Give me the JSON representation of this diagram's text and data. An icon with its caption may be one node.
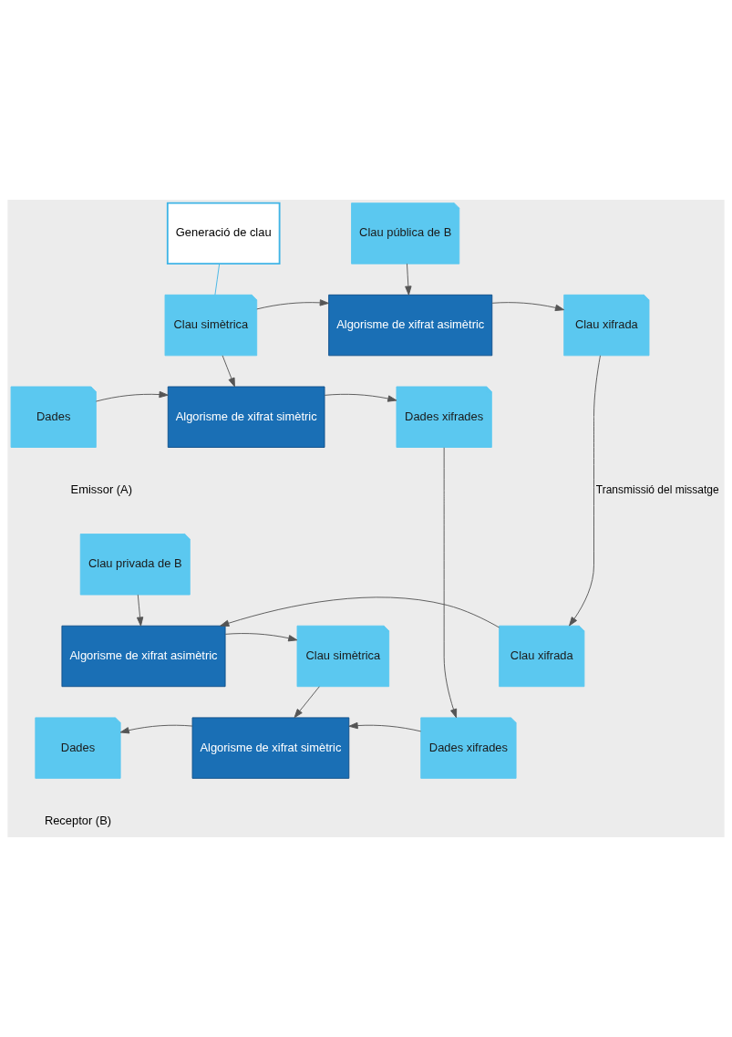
{
  "diagram": {
    "nodes": [
      {
        "text": [
          "Generació de clau"
        ]
      },
      {
        "text": [
          "Clau pública de B"
        ]
      },
      {
        "text": [
          "Clau simètrica"
        ]
      },
      {
        "text": [
          "Algorisme de xifrat asimètric"
        ]
      },
      {
        "text": [
          "Clau xifrada"
        ]
      },
      {
        "text": [
          "Dades"
        ]
      },
      {
        "text": [
          "Algorisme de xifrat simètric"
        ]
      },
      {
        "text": [
          "Dades xifrades"
        ]
      },
      {
        "text": [
          "Clau privada de B"
        ]
      },
      {
        "text": [
          "Clau simètrica"
        ]
      },
      {
        "text": [
          "Algorisme de xifrat asimètric"
        ]
      },
      {
        "text": [
          "Clau xifrada"
        ]
      },
      {
        "text": [
          "Dades"
        ]
      },
      {
        "text": [
          "Algorisme de xifrat simètric"
        ]
      },
      {
        "text": [
          "Dades xifrades"
        ]
      }
    ],
    "edges": [
      {
        "from": 0,
        "to": 2,
        "arrow": "none",
        "color": "#3fb4e6"
      },
      {
        "from": 1,
        "to": 3,
        "arrow": "to"
      },
      {
        "from": 2,
        "to": 3,
        "arrow": "to"
      },
      {
        "from": 3,
        "to": 4,
        "arrow": "to"
      },
      {
        "from": 2,
        "to": 6,
        "arrow": "to"
      },
      {
        "from": 5,
        "to": 6,
        "arrow": "to"
      },
      {
        "from": 6,
        "to": 7,
        "arrow": "to"
      },
      {
        "from": 4,
        "to": 11,
        "arrow": "to",
        "label": "Transmissió del missatge"
      },
      {
        "from": 7,
        "to": 14,
        "arrow": "to"
      },
      {
        "from": 8,
        "to": 10,
        "arrow": "to"
      },
      {
        "from": 11,
        "to": 10,
        "arrow": "to"
      },
      {
        "from": 10,
        "to": 9,
        "arrow": "to"
      },
      {
        "from": 9,
        "to": 13,
        "arrow": "to"
      },
      {
        "from": 14,
        "to": 13,
        "arrow": "to"
      },
      {
        "from": 13,
        "to": 12,
        "arrow": "to"
      }
    ],
    "labels": [
      "Emissor (A)",
      "Receptor (B)"
    ]
  }
}
